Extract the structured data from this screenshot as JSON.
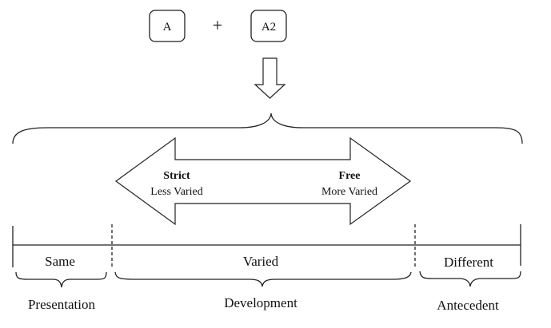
{
  "inputs": {
    "box_a": "A",
    "operator": "+",
    "box_a2": "A2"
  },
  "continuum": {
    "left_title": "Strict",
    "left_subtitle": "Less Varied",
    "right_title": "Free",
    "right_subtitle": "More Varied"
  },
  "segments": [
    {
      "state": "Same",
      "role": "Presentation"
    },
    {
      "state": "Varied",
      "role": "Development"
    },
    {
      "state": "Different",
      "role": "Antecedent"
    }
  ]
}
